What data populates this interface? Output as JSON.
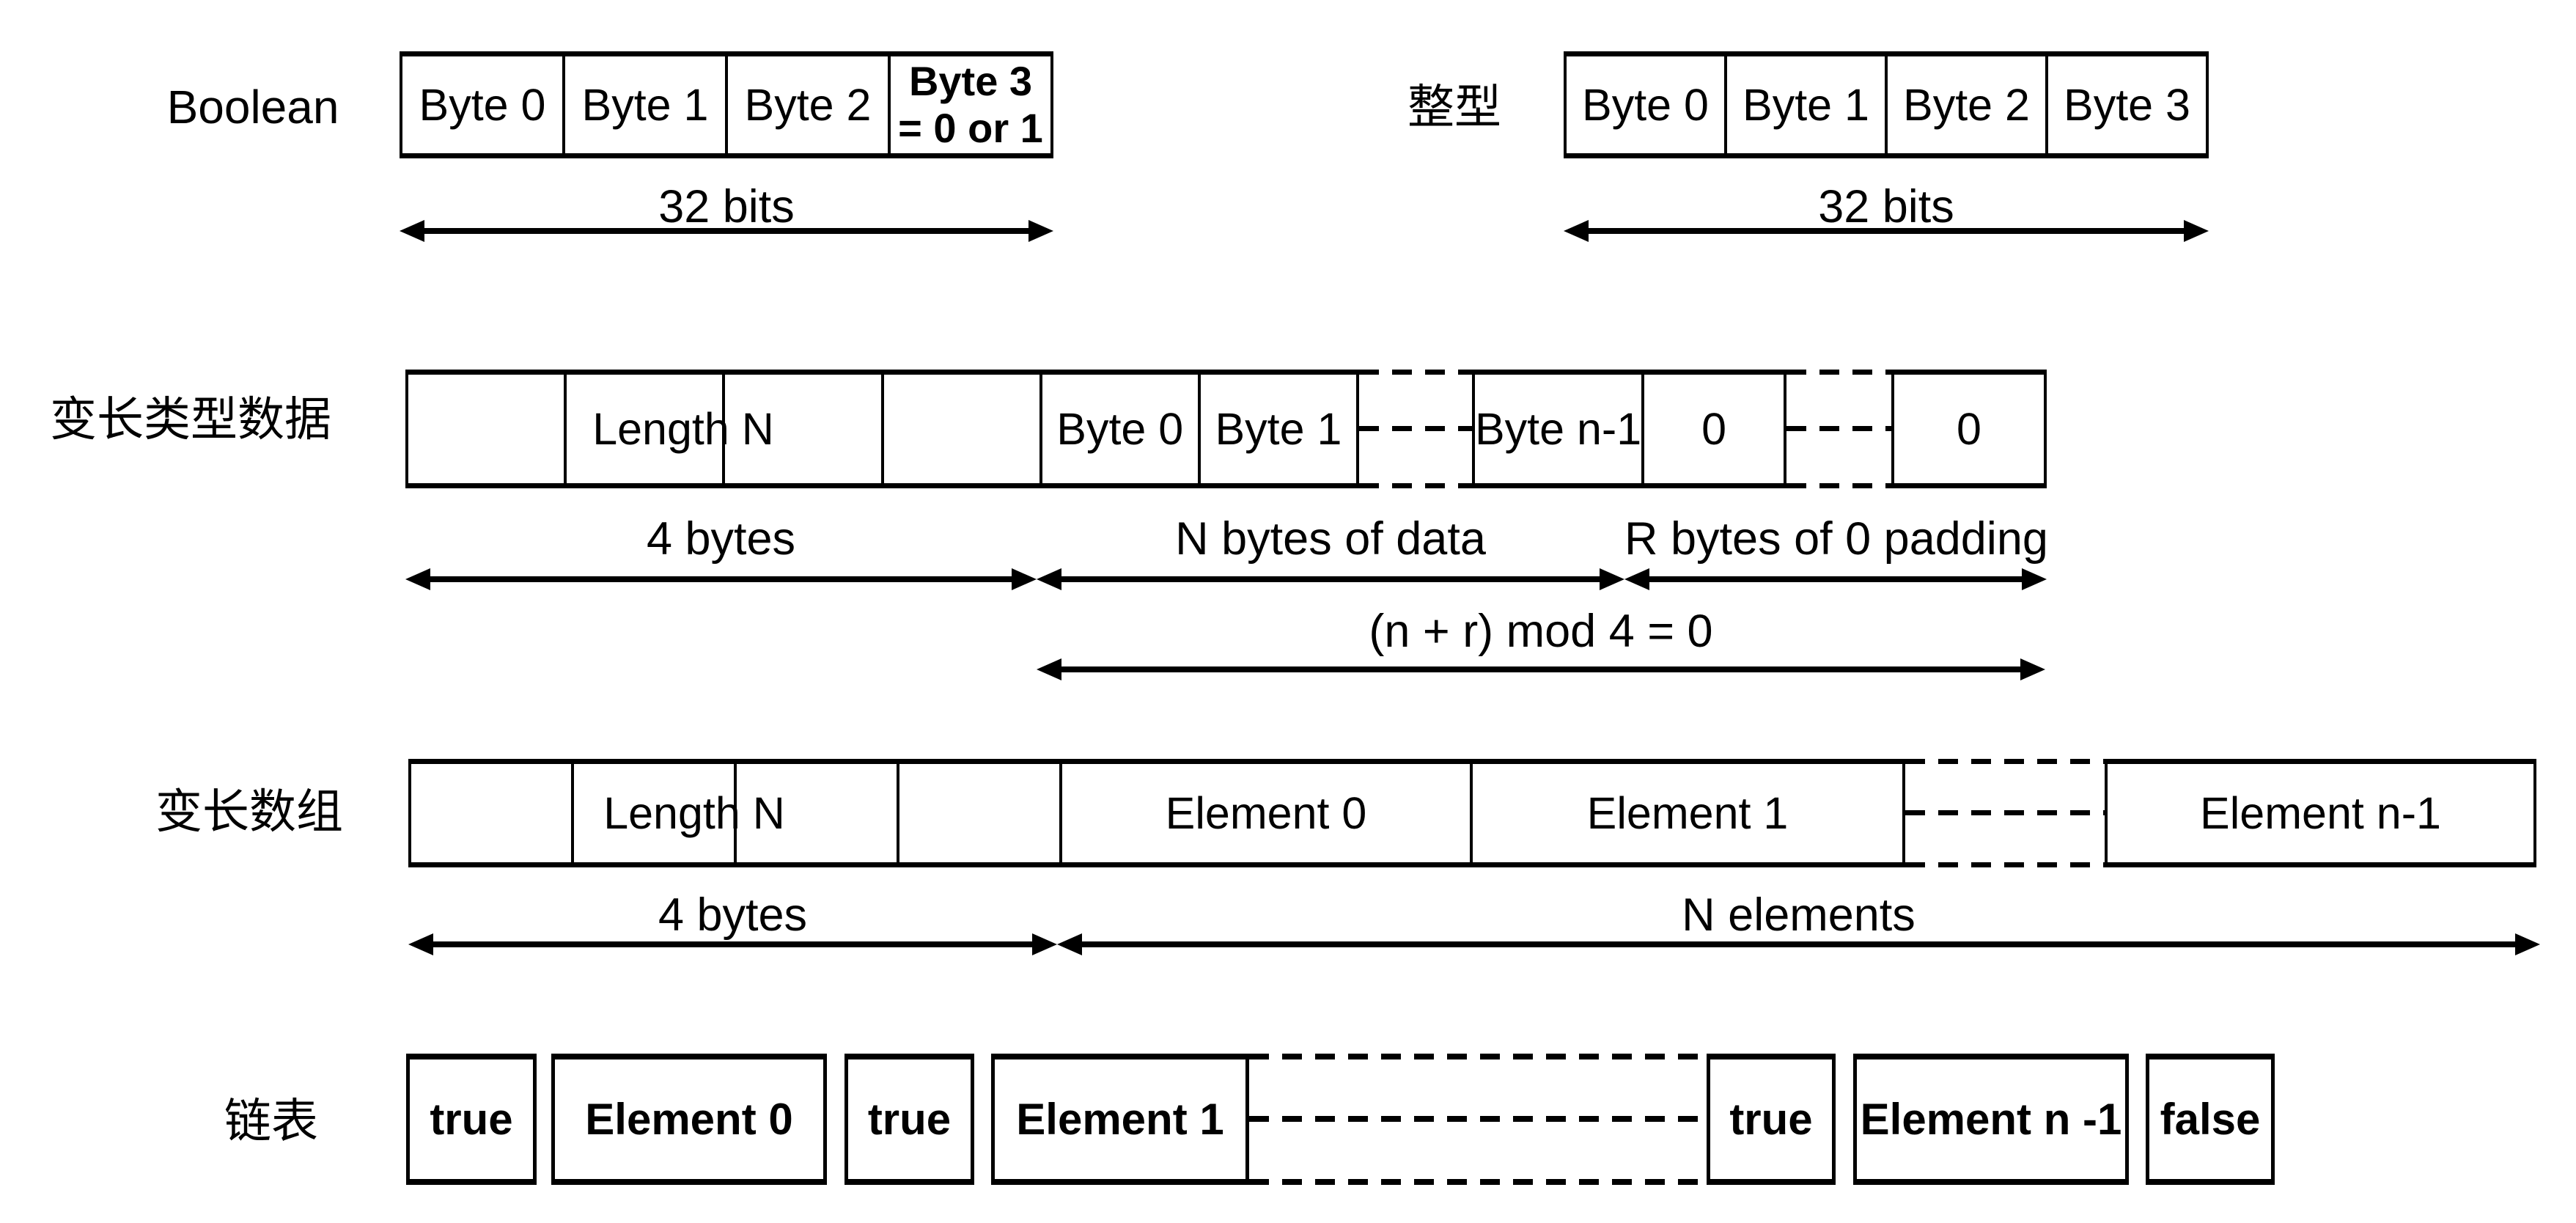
{
  "boolean": {
    "label": "Boolean",
    "cell0": "Byte 0",
    "cell1": "Byte 1",
    "cell2": "Byte 2",
    "cell3_line1": "Byte 3",
    "cell3_line2": "= 0 or 1",
    "bits": "32 bits"
  },
  "integer": {
    "label": "整型",
    "cell0": "Byte 0",
    "cell1": "Byte 1",
    "cell2": "Byte 2",
    "cell3": "Byte 3",
    "bits": "32 bits"
  },
  "varlen_data": {
    "label": "变长类型数据",
    "length_label": "Length N",
    "byte0": "Byte 0",
    "byte1": "Byte 1",
    "byte_n1": "Byte n-1",
    "pad0": "0",
    "pad1": "0",
    "measure_length": "4 bytes",
    "measure_data": "N bytes of data",
    "measure_padding": "R bytes of 0 padding",
    "measure_mod": "(n + r) mod 4 = 0"
  },
  "varlen_array": {
    "label": "变长数组",
    "length_label": "Length N",
    "element0": "Element 0",
    "element1": "Element 1",
    "element_n1": "Element n-1",
    "measure_length": "4 bytes",
    "measure_elements": "N elements"
  },
  "linked_list": {
    "label": "链表",
    "flag0": "true",
    "element0": "Element 0",
    "flag1": "true",
    "element1": "Element 1",
    "flag2": "true",
    "element_n1": "Element n -1",
    "flag_end": "false"
  }
}
